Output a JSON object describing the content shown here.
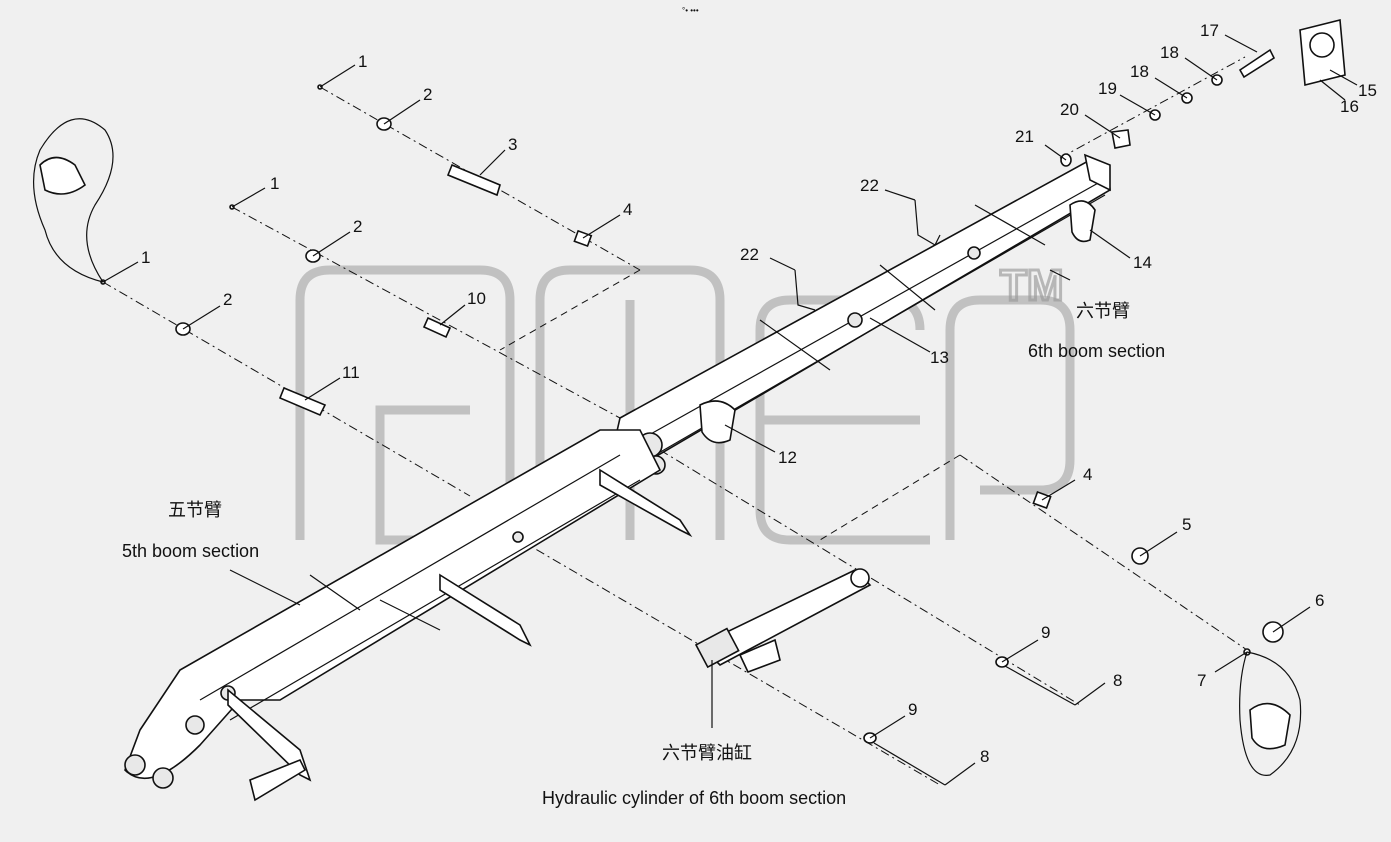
{
  "watermark": {
    "brand": "TM",
    "logo": "sinotruk-style watermark"
  },
  "top_marker": "°• •••",
  "callouts": [
    {
      "id": "c1a",
      "label": "1"
    },
    {
      "id": "c2a",
      "label": "2"
    },
    {
      "id": "c3",
      "label": "3"
    },
    {
      "id": "c4a",
      "label": "4"
    },
    {
      "id": "c1b",
      "label": "1"
    },
    {
      "id": "c2b",
      "label": "2"
    },
    {
      "id": "c10",
      "label": "10"
    },
    {
      "id": "c11",
      "label": "11"
    },
    {
      "id": "c1c",
      "label": "1"
    },
    {
      "id": "c2c",
      "label": "2"
    },
    {
      "id": "c17",
      "label": "17"
    },
    {
      "id": "c18a",
      "label": "18"
    },
    {
      "id": "c18b",
      "label": "18"
    },
    {
      "id": "c19",
      "label": "19"
    },
    {
      "id": "c20",
      "label": "20"
    },
    {
      "id": "c21",
      "label": "21"
    },
    {
      "id": "c15",
      "label": "15"
    },
    {
      "id": "c16",
      "label": "16"
    },
    {
      "id": "c22a",
      "label": "22"
    },
    {
      "id": "c22b",
      "label": "22"
    },
    {
      "id": "c14",
      "label": "14"
    },
    {
      "id": "c13",
      "label": "13"
    },
    {
      "id": "c12",
      "label": "12"
    },
    {
      "id": "c4b",
      "label": "4"
    },
    {
      "id": "c5",
      "label": "5"
    },
    {
      "id": "c6",
      "label": "6"
    },
    {
      "id": "c7",
      "label": "7"
    },
    {
      "id": "c9a",
      "label": "9"
    },
    {
      "id": "c8a",
      "label": "8"
    },
    {
      "id": "c9b",
      "label": "9"
    },
    {
      "id": "c8b",
      "label": "8"
    }
  ],
  "captions": {
    "boom6_cn": "六节臂",
    "boom6_en": "6th boom section",
    "boom5_cn": "五节臂",
    "boom5_en": "5th boom section",
    "cyl_cn": "六节臂油缸",
    "cyl_en": "Hydraulic cylinder of 6th boom section"
  }
}
